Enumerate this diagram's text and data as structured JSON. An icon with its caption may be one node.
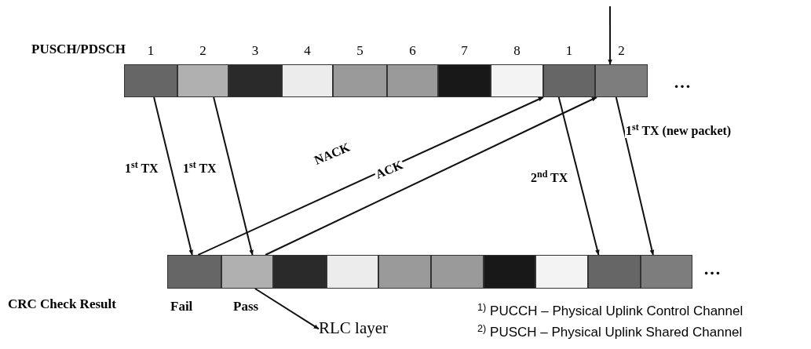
{
  "diagram": {
    "nodes": [
      {
        "text": [],
        "shape": "box",
        "beside": [
          "1"
        ]
      },
      {
        "text": [],
        "shape": "box",
        "beside": [
          "2"
        ]
      },
      {
        "text": [],
        "shape": "box",
        "beside": [
          "3"
        ]
      },
      {
        "text": [],
        "shape": "box",
        "beside": [
          "4"
        ]
      },
      {
        "text": [],
        "shape": "box",
        "beside": [
          "5"
        ]
      },
      {
        "text": [],
        "shape": "box",
        "beside": [
          "6"
        ]
      },
      {
        "text": [],
        "shape": "box",
        "beside": [
          "7"
        ]
      },
      {
        "text": [],
        "shape": "box",
        "beside": [
          "8"
        ]
      },
      {
        "text": [],
        "shape": "box",
        "beside": [
          "1"
        ]
      },
      {
        "text": [],
        "shape": "box",
        "beside": [
          "2"
        ]
      },
      {
        "text": [],
        "shape": "box",
        "beside": [
          "Fail"
        ]
      },
      {
        "text": [],
        "shape": "box",
        "beside": [
          "Pass"
        ]
      },
      {
        "text": [],
        "shape": "box"
      },
      {
        "text": [],
        "shape": "box"
      },
      {
        "text": [],
        "shape": "box"
      },
      {
        "text": [],
        "shape": "box"
      },
      {
        "text": [],
        "shape": "box"
      },
      {
        "text": [],
        "shape": "box"
      },
      {
        "text": [],
        "shape": "box"
      },
      {
        "text": [],
        "shape": "box"
      },
      {
        "text": [
          "RLC layer"
        ]
      }
    ],
    "edges": [
      {
        "from": 0,
        "to": 10,
        "arrow": "to",
        "label": "1$^{st}$ TX"
      },
      {
        "from": 1,
        "to": 11,
        "arrow": "to",
        "label": "1$^{st}$ TX"
      },
      {
        "from": 10,
        "to": 8,
        "arrow": "to",
        "label": "NACK"
      },
      {
        "from": 11,
        "to": 9,
        "arrow": "to",
        "label": "ACK"
      },
      {
        "from": 8,
        "to": 18,
        "arrow": "to",
        "label": "2$^{nd}$ TX"
      },
      {
        "from": 9,
        "to": 19,
        "arrow": "to",
        "label": "1$^{st}$ TX (new packet)"
      },
      {
        "from": null,
        "to": 9,
        "arrow": "to"
      },
      {
        "from": 11,
        "to": 20,
        "arrow": "to"
      }
    ],
    "labels": [
      "PUSCH/PDSCH",
      "…",
      "CRC Check Result",
      "…",
      "$^{1)}$ PUCCH – Physical Uplink Control Channel",
      "$^{2)}$ PUSCH – Physical Uplink Shared Channel"
    ]
  }
}
